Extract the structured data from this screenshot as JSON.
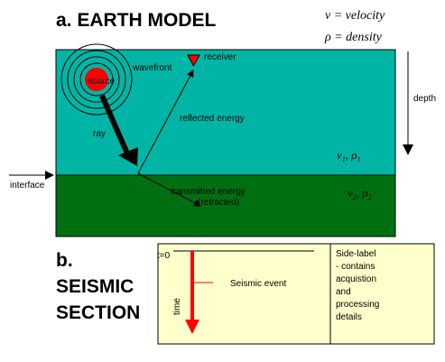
{
  "earth_model": {
    "title": "a. EARTH MODEL",
    "legend": {
      "velocity_symbol": "v",
      "velocity_text": " = velocity",
      "density_symbol": "ρ",
      "density_text": " = density"
    },
    "labels": {
      "source": "source",
      "wavefront": "wavefront",
      "receiver": "receiver",
      "reflected": "reflected energy",
      "ray": "ray",
      "depth": "depth",
      "interface": "interface",
      "transmitted_line1": "transmitted energy",
      "transmitted_line2": "(refracted)"
    },
    "layer1": {
      "v": "v",
      "v_sub": "1",
      "sep": ", ",
      "rho": "ρ",
      "rho_sub": "1"
    },
    "layer2": {
      "v": "v",
      "v_sub": "2",
      "sep": ", ",
      "rho": "ρ",
      "rho_sub": "2"
    },
    "colors": {
      "layer1": "#00b5a5",
      "layer2": "#006f12",
      "source": "#ff0000",
      "receiver": "#ff0000"
    }
  },
  "seismic_section": {
    "title_line1": "b.",
    "title_line2": "SEISMIC",
    "title_line3": "SECTION",
    "t0": "t=0",
    "time": "time",
    "event": "Seismic event",
    "side_label": [
      "Side-label",
      "- contains",
      "acquistion",
      "and",
      "processing",
      "details"
    ],
    "colors": {
      "background": "#ffffcc",
      "arrow": "#ff0000"
    }
  }
}
